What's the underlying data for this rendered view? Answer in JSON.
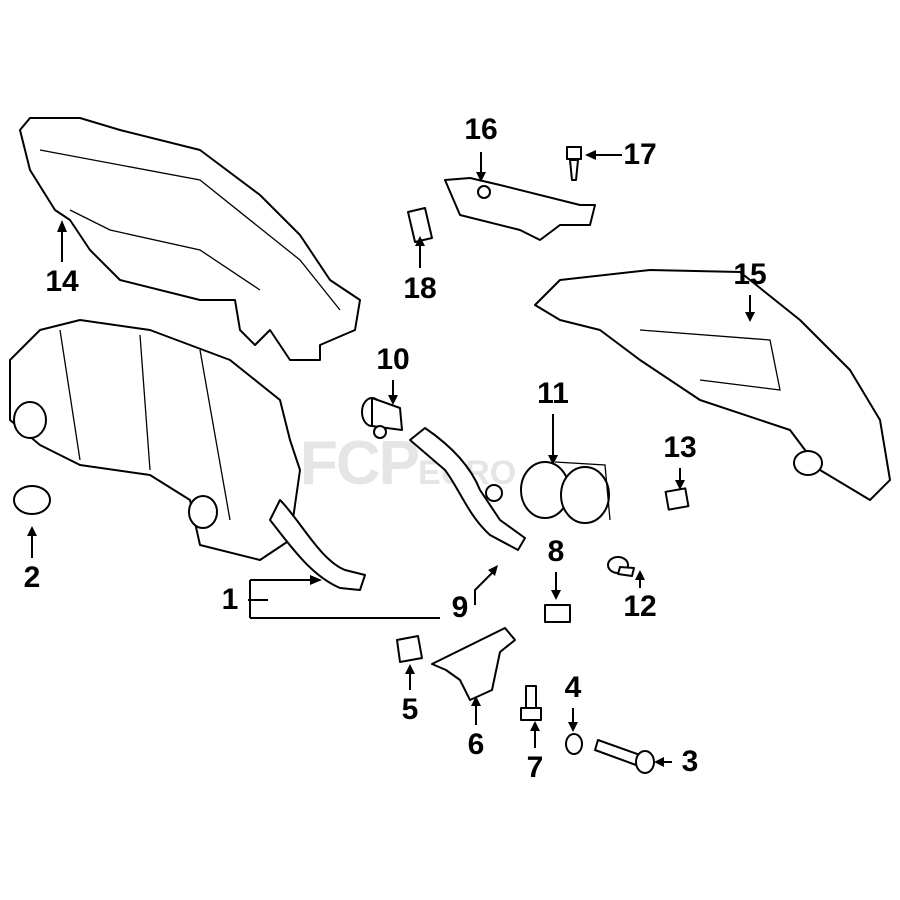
{
  "watermark": {
    "brand": "FCP",
    "suffix": "EURO"
  },
  "callouts": {
    "c1": "1",
    "c2": "2",
    "c3": "3",
    "c4": "4",
    "c5": "5",
    "c6": "6",
    "c7": "7",
    "c8": "8",
    "c9": "9",
    "c10": "10",
    "c11": "11",
    "c12": "12",
    "c13": "13",
    "c14": "14",
    "c15": "15",
    "c16": "16",
    "c17": "17",
    "c18": "18"
  }
}
